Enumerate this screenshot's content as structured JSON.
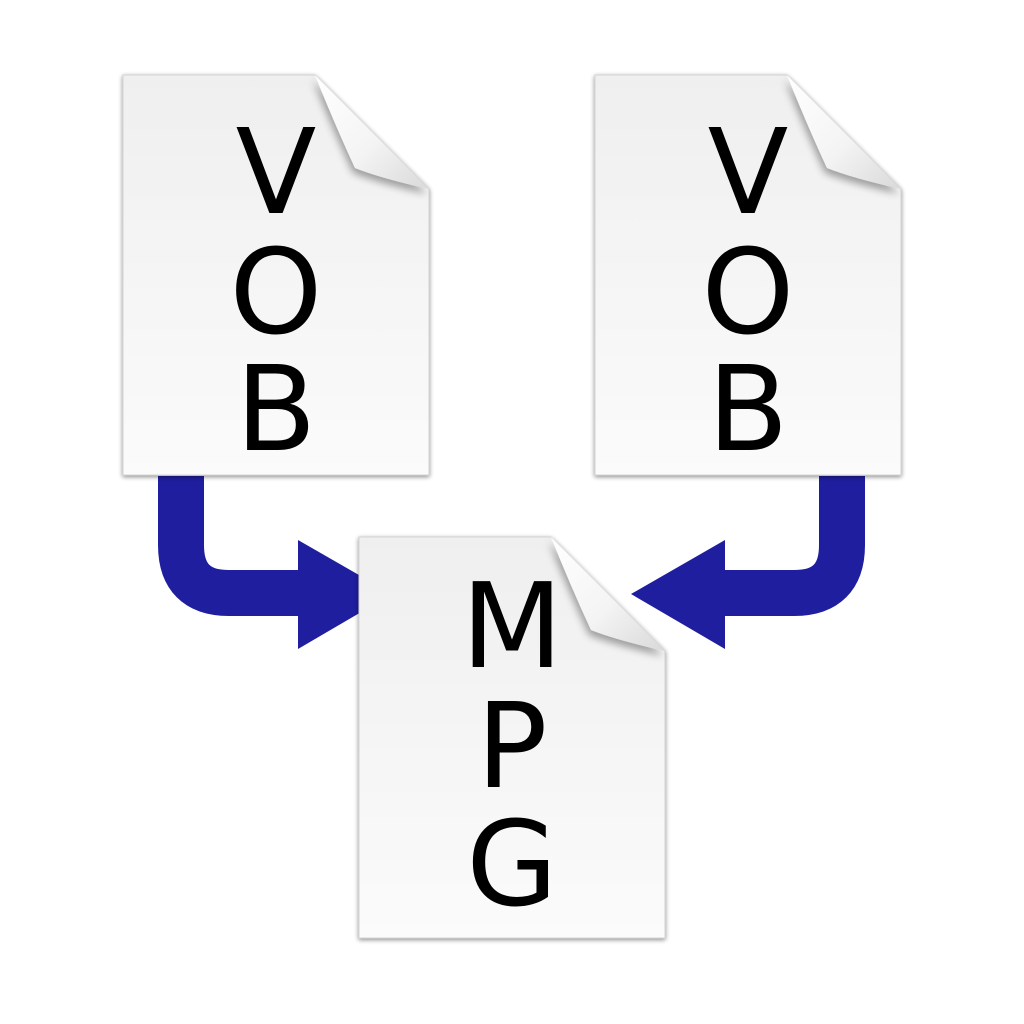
{
  "colors": {
    "arrow": "#1e1e9e",
    "page_top": "#f1f1f1",
    "page_bottom": "#fbfbfb",
    "letter": "#000000"
  },
  "icons": {
    "source_left": "document-icon",
    "source_right": "document-icon",
    "target": "document-icon",
    "arrow_left": "curved-arrow-right-icon",
    "arrow_right": "curved-arrow-left-icon"
  },
  "files": {
    "left": {
      "letters": [
        "V",
        "O",
        "B"
      ]
    },
    "right": {
      "letters": [
        "V",
        "O",
        "B"
      ]
    },
    "target": {
      "letters": [
        "M",
        "P",
        "G"
      ]
    }
  }
}
